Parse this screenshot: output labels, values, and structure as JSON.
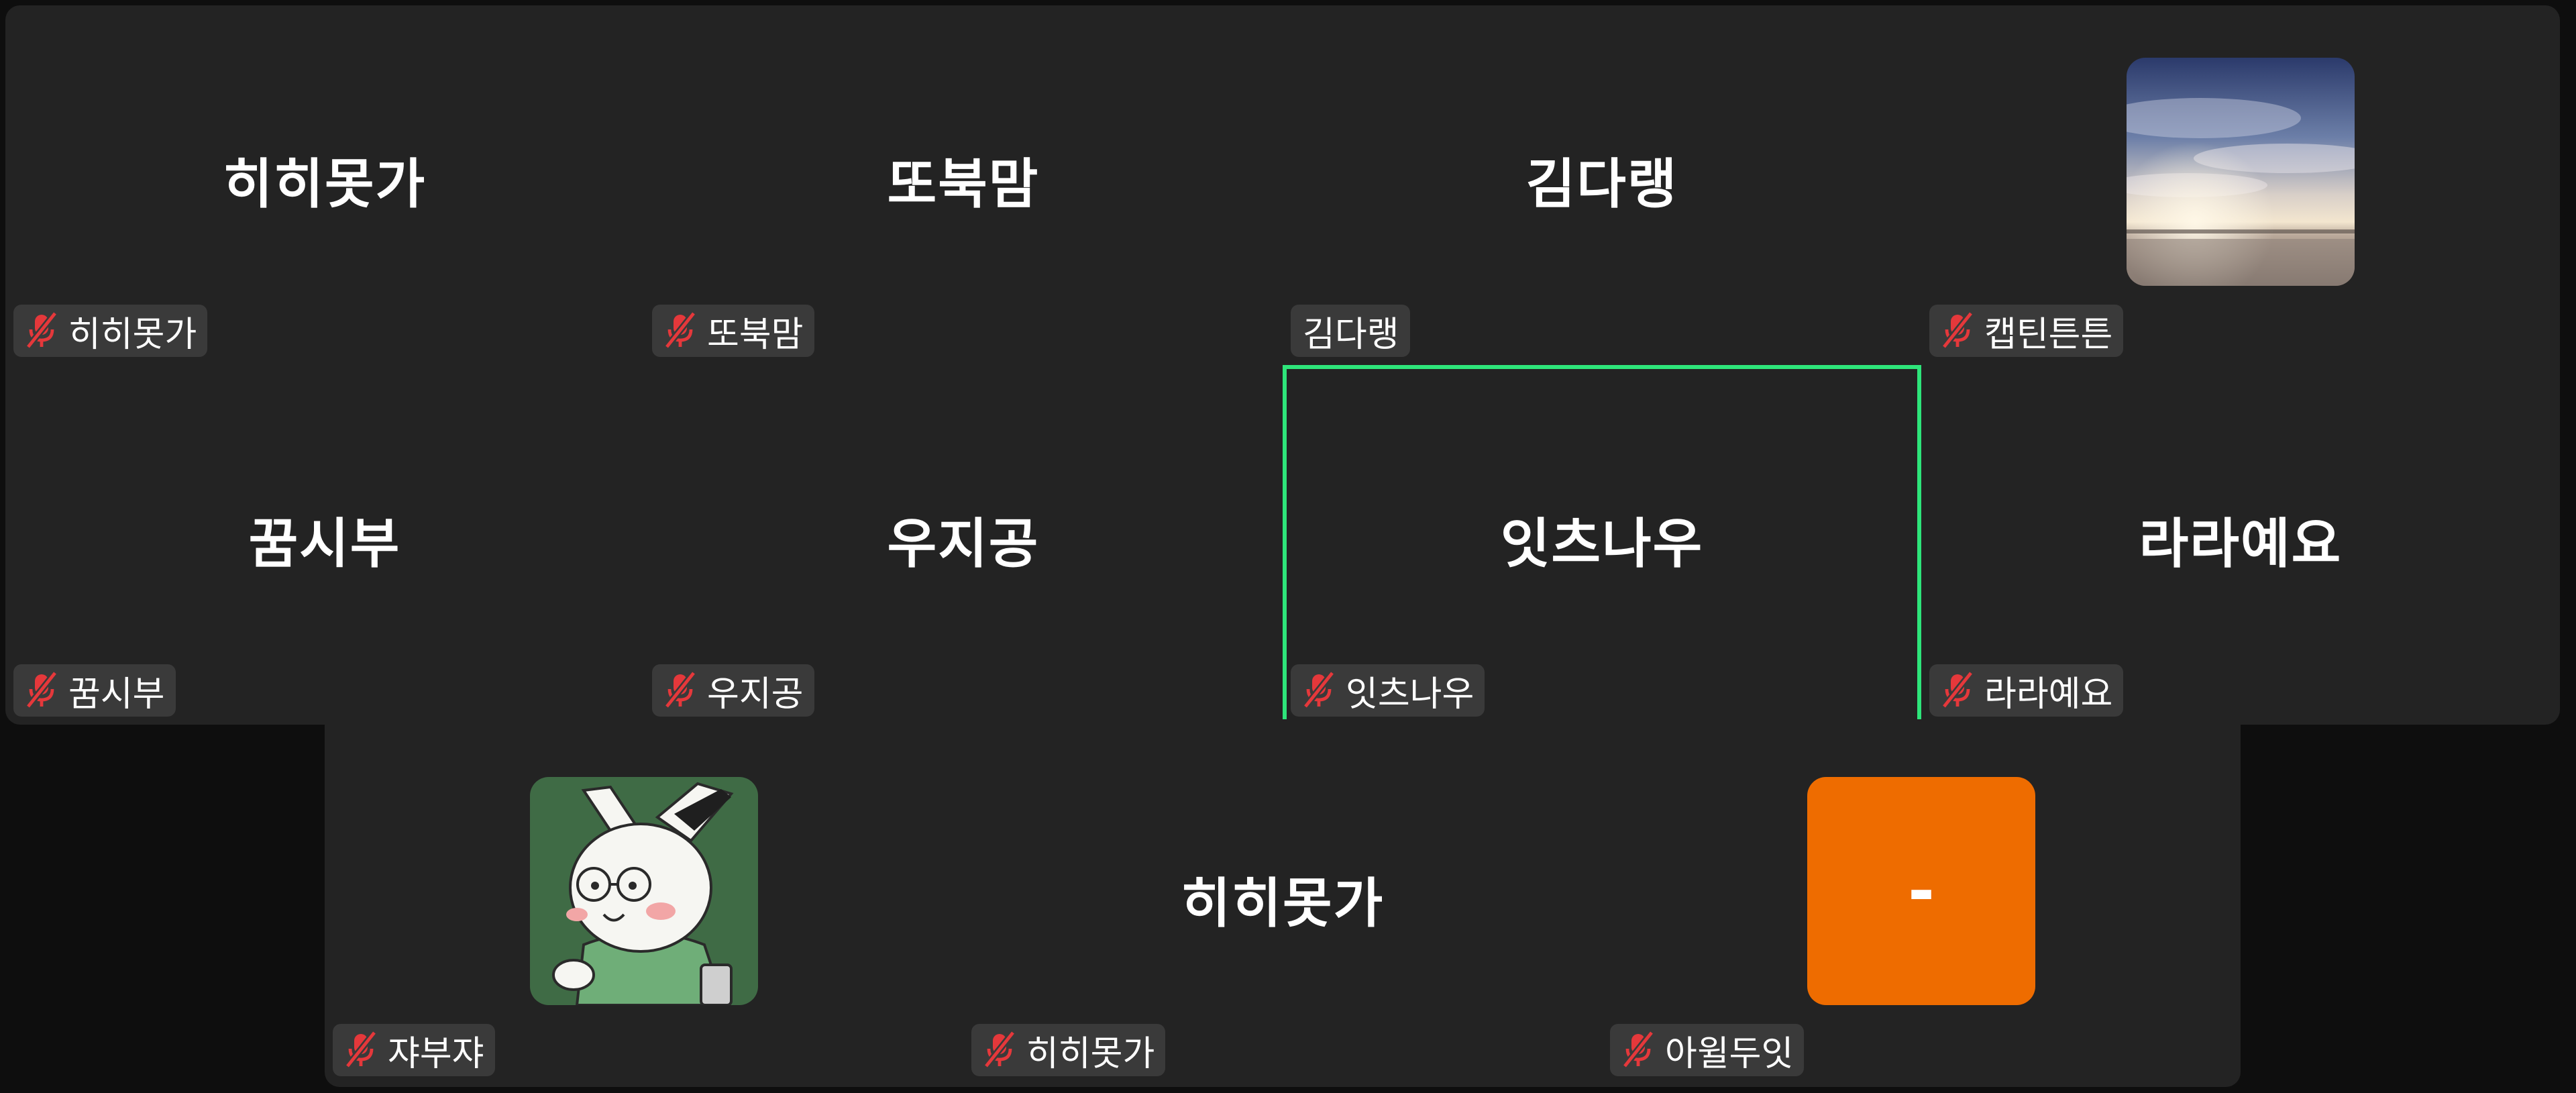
{
  "participants": [
    {
      "display_name": "히히못가",
      "label": "히히못가",
      "muted": true
    },
    {
      "display_name": "또북맘",
      "label": "또북맘",
      "muted": true
    },
    {
      "display_name": "김다랭",
      "label": "김다랭",
      "muted": false
    },
    {
      "display_name": "",
      "label": "캡틴튼튼",
      "muted": true,
      "avatar": "sky-photo"
    },
    {
      "display_name": "꿈시부",
      "label": "꿈시부",
      "muted": true
    },
    {
      "display_name": "우지공",
      "label": "우지공",
      "muted": true
    },
    {
      "display_name": "잇츠나우",
      "label": "잇츠나우",
      "muted": true,
      "active_speaker": true
    },
    {
      "display_name": "라라예요",
      "label": "라라예요",
      "muted": true
    },
    {
      "display_name": "",
      "label": "쟈부쟈",
      "muted": true,
      "avatar": "rabbit-illustration"
    },
    {
      "display_name": "히히못가",
      "label": "히히못가",
      "muted": true
    },
    {
      "display_name": "",
      "label": "아윌두잇",
      "muted": true,
      "avatar": "letter",
      "avatar_text": "-"
    }
  ],
  "colors": {
    "panel_background": "#232323",
    "page_background": "#0e0e0e",
    "active_speaker_border": "#2ee57a",
    "muted_icon": "#e5383b",
    "letter_avatar": "#ee6c00",
    "label_background": "#3a3a3a"
  },
  "icons": {
    "muted": "microphone-muted-icon"
  }
}
